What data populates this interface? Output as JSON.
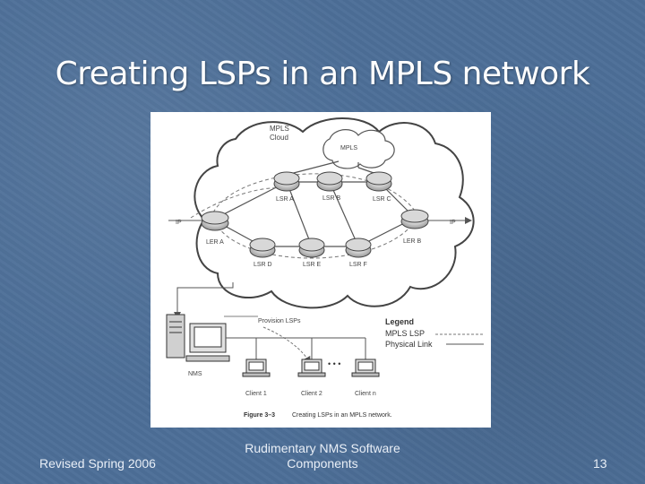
{
  "slide": {
    "title": "Creating LSPs in an MPLS network",
    "footer_left": "Revised Spring 2006",
    "footer_center_line1": "Rudimentary NMS Software",
    "footer_center_line2": "Components",
    "page_number": "13"
  },
  "diagram": {
    "cloud_label_1": "MPLS",
    "cloud_label_2": "Cloud",
    "inner_cloud_label": "MPLS",
    "routers": {
      "lsr_a": "LSR A",
      "lsr_b": "LSR B",
      "lsr_c": "LSR C",
      "ler_a": "LER A",
      "ler_b": "LER B",
      "lsr_d": "LSR D",
      "lsr_e": "LSR E",
      "lsr_f": "LSR F"
    },
    "ip_left": "IP",
    "ip_right": "IP",
    "provision_label": "Provision LSPs",
    "nms_label": "NMS",
    "clients": [
      "Client 1",
      "Client 2",
      "Client n"
    ],
    "ellipsis": "• • •",
    "legend": {
      "title": "Legend",
      "mpls_lsp": "MPLS LSP",
      "physical_link": "Physical Link"
    },
    "caption_label": "Figure 3–3",
    "caption_text": "Creating LSPs in an MPLS network."
  }
}
